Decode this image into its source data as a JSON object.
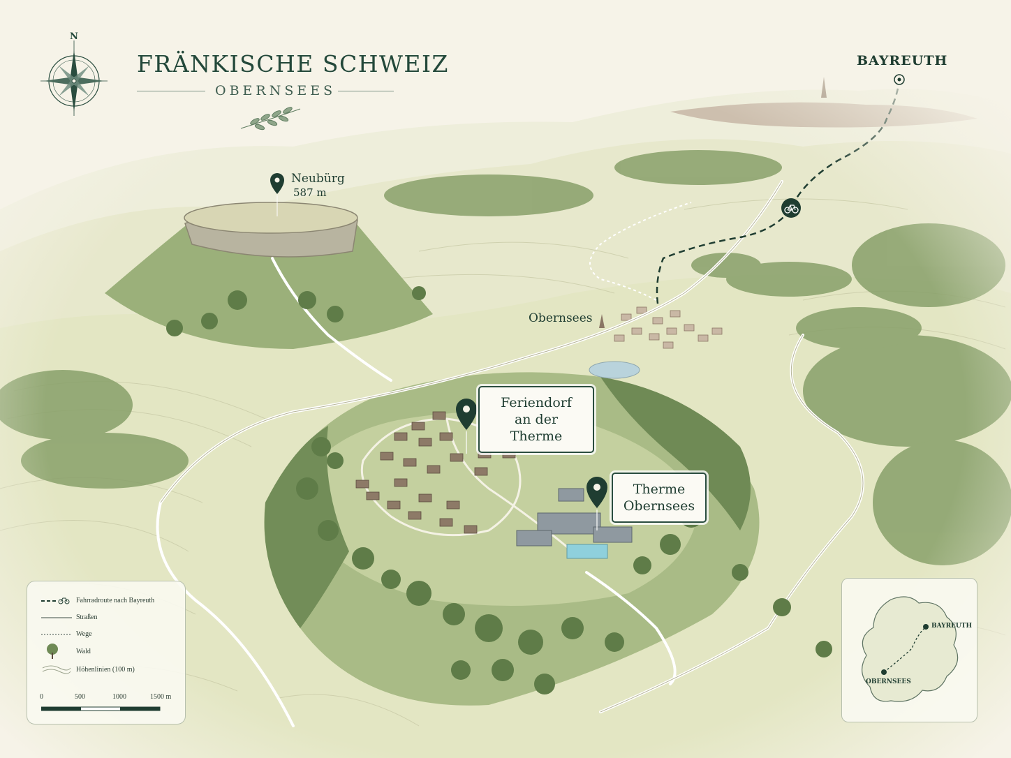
{
  "map": {
    "title": "FRÄNKISCHE SCHWEIZ",
    "subtitle": "OBERNSEES",
    "compass_label": "N",
    "places": {
      "bayreuth": "BAYREUTH",
      "neubuerg_name": "Neubürg",
      "neubuerg_elevation": "587 m",
      "obernsees": "Obernsees"
    },
    "callouts": {
      "feriendorf_line1": "Feriendorf",
      "feriendorf_line2": "an der Therme",
      "therme_line1": "Therme",
      "therme_line2": "Obernsees"
    },
    "route_icon": "bicycle-icon",
    "legend": {
      "items": [
        {
          "label": "Fahrradroute nach Bayreuth",
          "symbol": "dashed-line-bicycle-icon"
        },
        {
          "label": "Straßen",
          "symbol": "solid-line"
        },
        {
          "label": "Wege",
          "symbol": "dotted-line"
        },
        {
          "label": "Wald",
          "symbol": "tree-icon"
        },
        {
          "label": "Höhenlinien (100 m)",
          "symbol": "contour-lines-icon"
        }
      ],
      "scale": [
        "0",
        "500",
        "1000",
        "1500 m"
      ]
    },
    "inset": {
      "city": "BAYREUTH",
      "town": "OBERNSEES"
    },
    "colors": {
      "accent": "#2a4d3f",
      "field": "#e9ead0",
      "meadow": "#c9d3a0",
      "forest": "#6f8a55",
      "paper": "#f6f3e8"
    }
  }
}
